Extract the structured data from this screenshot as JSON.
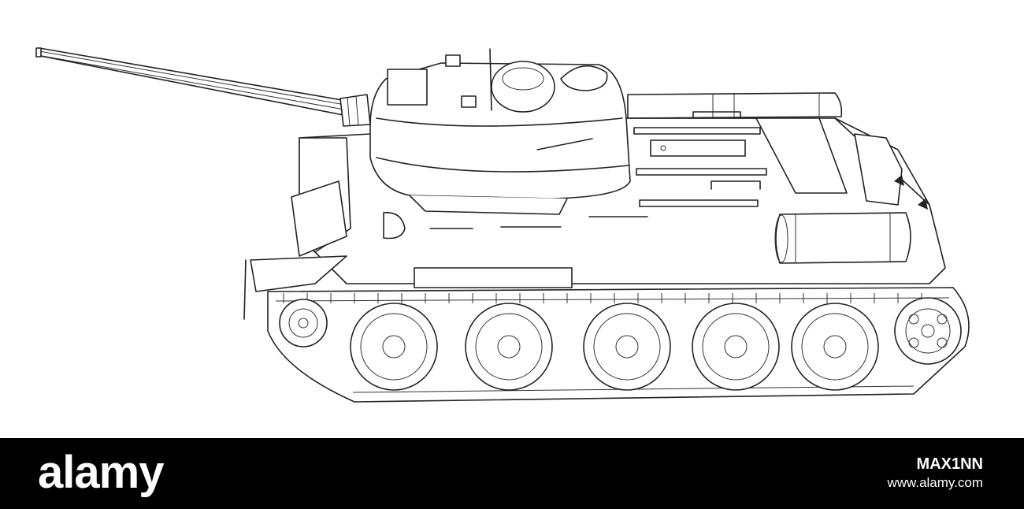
{
  "watermark": {
    "logo_text": "alamy",
    "image_id": "MAX1NN",
    "site": "www.alamy.com"
  },
  "colors": {
    "background": "#ffffff",
    "banner": "#000000",
    "banner_text": "#ffffff",
    "line_art": "#222222"
  }
}
